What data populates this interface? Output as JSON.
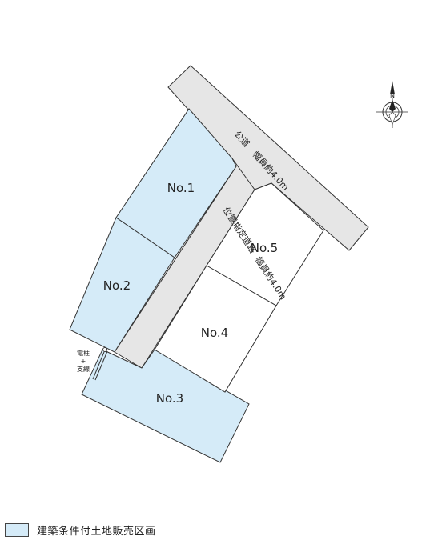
{
  "lots": {
    "no1": "No.1",
    "no2": "No.2",
    "no3": "No.3",
    "no4": "No.4",
    "no5": "No.5"
  },
  "roads": {
    "public_road_label": "公道",
    "public_road_width": "幅員約4.0m",
    "designated_road_label": "位置指定道路",
    "designated_road_width": "幅員約4.0m"
  },
  "utility_pole": {
    "line1": "電柱",
    "line2": "+",
    "line3": "支線"
  },
  "compass": {
    "north_label": "N"
  },
  "legend": {
    "label": "建築条件付土地販売区画"
  },
  "colors": {
    "sale_lot_fill": "#d5ebf8",
    "road_fill": "#e6e6e6",
    "outline": "#333333"
  }
}
